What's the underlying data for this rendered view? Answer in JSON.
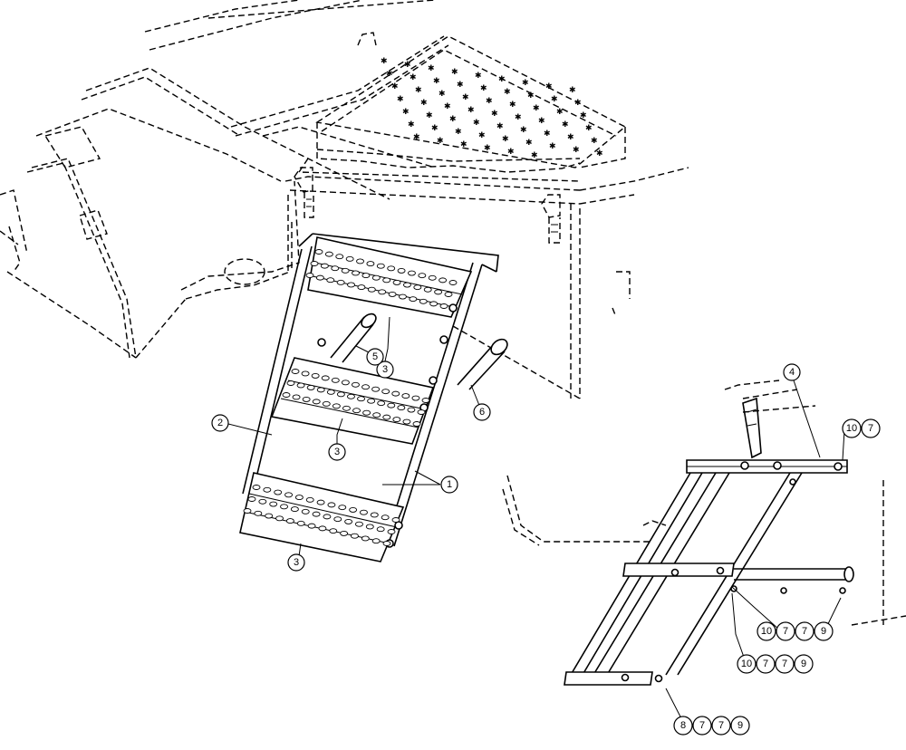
{
  "callouts": {
    "c1": "1",
    "c2": "2",
    "c3a": "3",
    "c3b": "3",
    "c3c": "3",
    "c4": "4",
    "c5": "5",
    "c6": "6",
    "g1": [
      "10",
      "7"
    ],
    "g2": [
      "10",
      "7",
      "7",
      "9"
    ],
    "g3": [
      "10",
      "7",
      "7",
      "9"
    ],
    "g4": [
      "8",
      "7",
      "7",
      "9"
    ]
  }
}
